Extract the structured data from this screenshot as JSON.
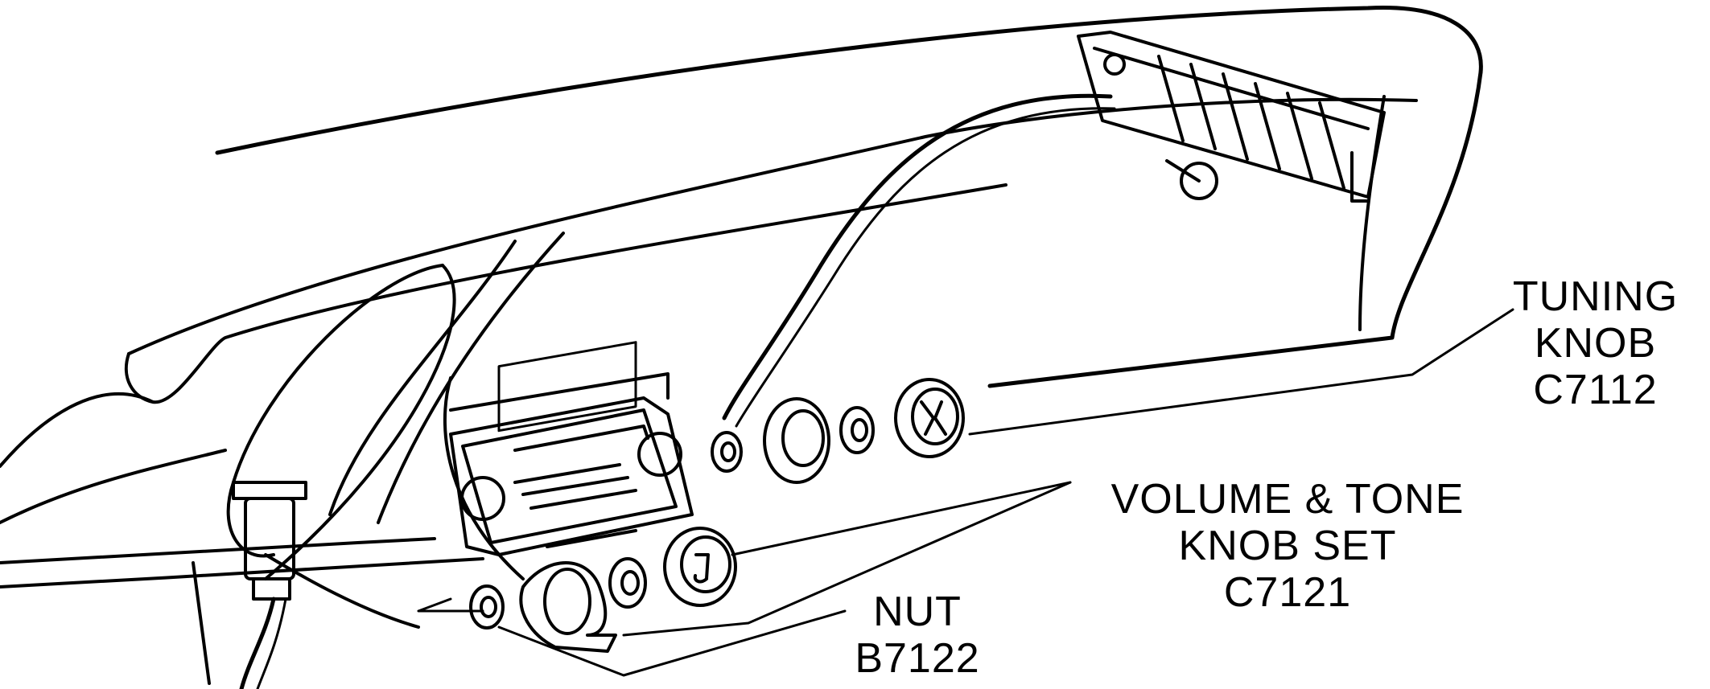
{
  "colors": {
    "ink": "#000000",
    "paper": "#ffffff"
  },
  "labels": {
    "tuning": {
      "line1": "TUNING",
      "line2": "KNOB",
      "line3": "C7112"
    },
    "volume": {
      "line1": "VOLUME & TONE",
      "line2": "KNOB SET",
      "line3": "C7121"
    },
    "nut": {
      "line1": "NUT",
      "line2": "B7122"
    }
  }
}
